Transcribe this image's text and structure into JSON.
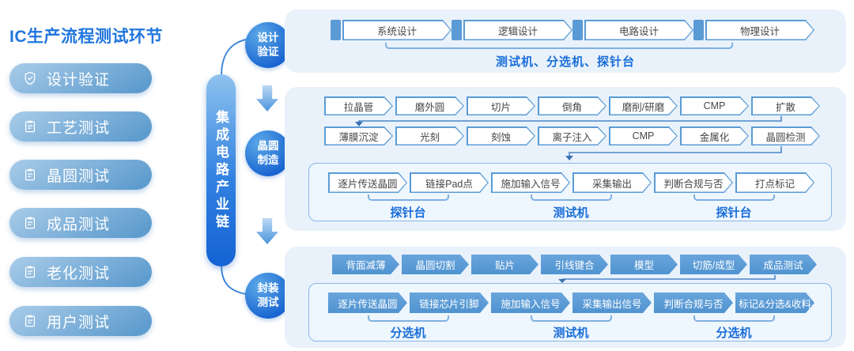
{
  "title": "IC生产流程测试环节",
  "sidebar": {
    "items": [
      {
        "label": "设计验证",
        "icon": "shield-check-icon"
      },
      {
        "label": "工艺测试",
        "icon": "clipboard-icon"
      },
      {
        "label": "晶圆测试",
        "icon": "clipboard-icon"
      },
      {
        "label": "成品测试",
        "icon": "clipboard-icon"
      },
      {
        "label": "老化测试",
        "icon": "clipboard-icon"
      },
      {
        "label": "用户测试",
        "icon": "clipboard-icon"
      }
    ]
  },
  "chain": {
    "label": "集成电路产业链",
    "stages": [
      {
        "line1": "设计",
        "line2": "验证"
      },
      {
        "line1": "晶圆",
        "line2": "制造"
      },
      {
        "line1": "封装",
        "line2": "测试"
      }
    ]
  },
  "panels": {
    "design": {
      "steps": [
        "系统设计",
        "逻辑设计",
        "电路设计",
        "物理设计"
      ],
      "equipment": "测试机、分选机、探针台"
    },
    "wafer": {
      "row1": [
        "拉晶管",
        "磨外圆",
        "切片",
        "倒角",
        "磨削/研磨",
        "CMP",
        "扩散"
      ],
      "row2": [
        "薄膜沉淀",
        "光刻",
        "刻蚀",
        "离子注入",
        "CMP",
        "金属化",
        "晶圆检测"
      ],
      "flow": [
        "逐片传送晶圆",
        "链接Pad点",
        "施加输入信号",
        "采集输出",
        "判断合规与否",
        "打点标记"
      ],
      "machines": [
        "探针台",
        "测试机",
        "探针台"
      ]
    },
    "package": {
      "row1": [
        "背面减薄",
        "晶圆切割",
        "贴片",
        "引线键合",
        "模型",
        "切筋/成型",
        "成品测试"
      ],
      "flow": [
        "逐片传送晶圆",
        "链接芯片引脚",
        "施加输入信号",
        "采集输出信号",
        "判断合规与否",
        "标记&分选&收料"
      ],
      "machines": [
        "分选机",
        "测试机",
        "分选机"
      ]
    }
  },
  "colors": {
    "title_blue": "#2176dd",
    "arrow_blue": "#5b9bd5",
    "label_blue": "#1a6ed9",
    "panel_bg": "#e9f2fb",
    "chain_gradient_start": "#8ec2ee",
    "chain_gradient_end": "#1462d4"
  }
}
